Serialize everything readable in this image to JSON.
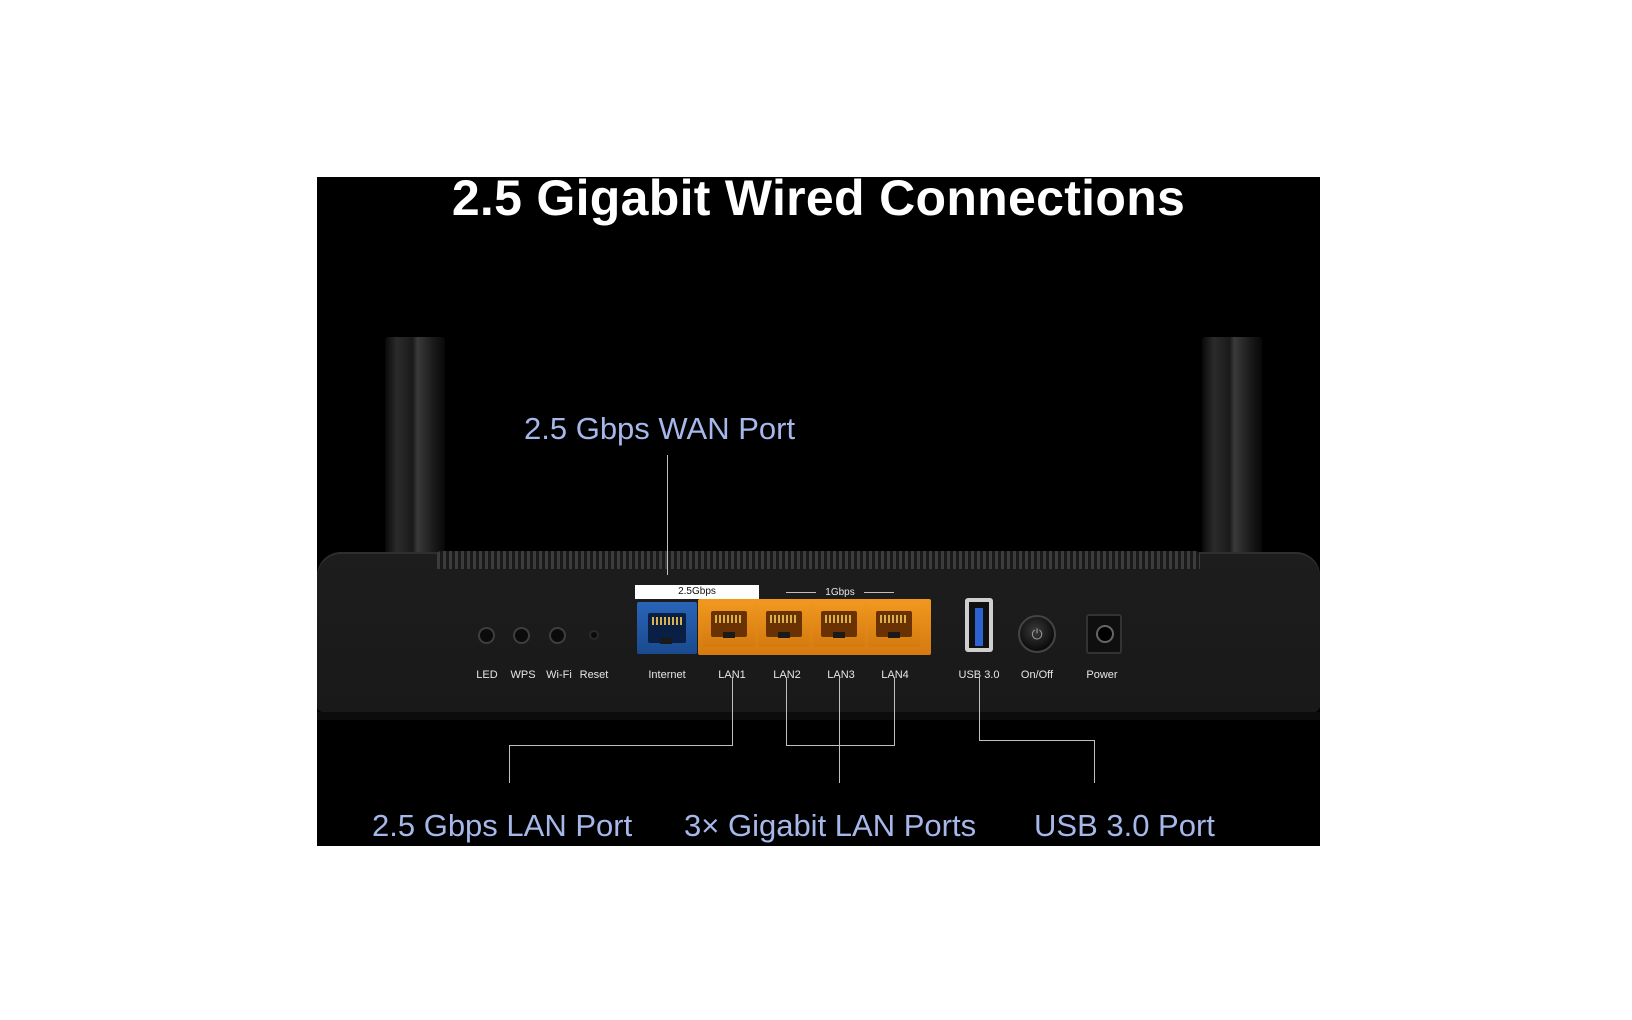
{
  "title": "2.5 Gigabit Wired Connections",
  "callouts": {
    "wan": "2.5 Gbps WAN Port",
    "lan_25": "2.5 Gbps LAN Port",
    "gigabit_lan": "3× Gigabit LAN Ports",
    "usb": "USB 3.0 Port"
  },
  "speed_labels": {
    "wan": "2.5Gbps",
    "lan": "1Gbps"
  },
  "port_labels": {
    "led": "LED",
    "wps": "WPS",
    "wifi": "Wi-Fi",
    "reset": "Reset",
    "internet": "Internet",
    "lan1": "LAN1",
    "lan2": "LAN2",
    "lan3": "LAN3",
    "lan4": "LAN4",
    "usb": "USB 3.0",
    "onoff": "On/Off",
    "power": "Power"
  },
  "colors": {
    "callout": "#a6b8ea",
    "wan_port": "#2a64b8",
    "lan_port": "#f0981e",
    "usb_tongue": "#2d63d1"
  }
}
